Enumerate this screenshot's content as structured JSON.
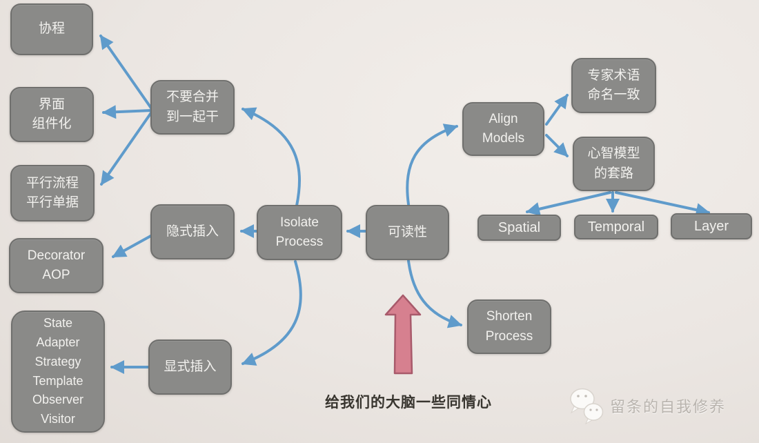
{
  "diagram": {
    "nodes": {
      "coroutine": {
        "label": "协程"
      },
      "ui_componentize": {
        "label": "界面\n组件化"
      },
      "parallel_flow": {
        "label": "平行流程\n平行单据"
      },
      "decorator_aop": {
        "label": "Decorator\nAOP"
      },
      "design_patterns": {
        "label": "State\nAdapter\nStrategy\nTemplate\nObserver\nVisitor"
      },
      "dont_merge": {
        "label": "不要合并\n到一起干"
      },
      "implicit_insert": {
        "label": "隐式插入"
      },
      "explicit_insert": {
        "label": "显式插入"
      },
      "isolate_process": {
        "label": "Isolate\nProcess"
      },
      "readability": {
        "label": "可读性"
      },
      "align_models": {
        "label": "Align\nModels"
      },
      "expert_terms": {
        "label": "专家术语\n命名一致"
      },
      "mental_model": {
        "label": "心智模型\n的套路"
      },
      "spatial": {
        "label": "Spatial"
      },
      "temporal": {
        "label": "Temporal"
      },
      "layer": {
        "label": "Layer"
      },
      "shorten_process": {
        "label": "Shorten\nProcess"
      }
    },
    "edges": [
      {
        "from": "dont_merge",
        "to": "coroutine"
      },
      {
        "from": "dont_merge",
        "to": "ui_componentize"
      },
      {
        "from": "dont_merge",
        "to": "parallel_flow"
      },
      {
        "from": "isolate_process",
        "to": "dont_merge"
      },
      {
        "from": "readability",
        "to": "isolate_process"
      },
      {
        "from": "isolate_process",
        "to": "implicit_insert"
      },
      {
        "from": "implicit_insert",
        "to": "decorator_aop"
      },
      {
        "from": "isolate_process",
        "to": "explicit_insert"
      },
      {
        "from": "explicit_insert",
        "to": "design_patterns"
      },
      {
        "from": "readability",
        "to": "align_models"
      },
      {
        "from": "readability",
        "to": "shorten_process"
      },
      {
        "from": "align_models",
        "to": "expert_terms"
      },
      {
        "from": "align_models",
        "to": "mental_model"
      },
      {
        "from": "mental_model",
        "to": "spatial"
      },
      {
        "from": "mental_model",
        "to": "temporal"
      },
      {
        "from": "mental_model",
        "to": "layer"
      }
    ],
    "caption": "给我们的大脑一些同情心",
    "watermark": {
      "text": "留条的自我修养",
      "icon": "wechat-icon"
    }
  },
  "colors": {
    "node_fill": "#8a8a88",
    "node_border": "#6f6f6d",
    "node_text": "#f2f1ee",
    "arrow_blue": "#5f9bcb",
    "arrow_pink": "#d6808f",
    "arrow_pink_outline": "#a85a6b",
    "caption_text": "#38352f",
    "watermark_text": "#b9b4ae"
  }
}
